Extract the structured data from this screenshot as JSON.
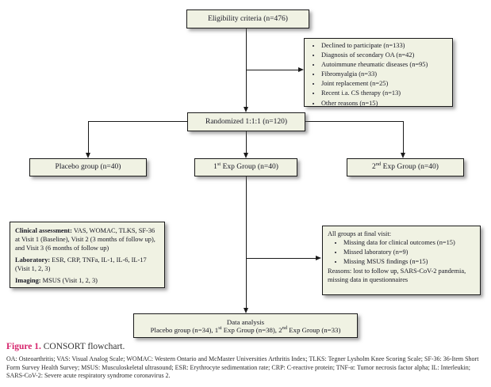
{
  "figure": {
    "caption_label": "Figure 1.",
    "caption_text": "CONSORT flowchart.",
    "footnote": "OA: Osteoarthritis; VAS: Visual Analog Scale; WOMAC: Western Ontario and McMaster Universities Arthritis Index; TLKS: Tegner Lysholm Knee Scoring Scale; SF-36: 36-Item Short Form Survey Health Survey; MSUS: Musculoskeletal ultrasound; ESR: Erythrocyte sedimentation rate; CRP: C-reactive protein; TNF-α: Tumor necrosis factor alpha; IL: Interleukin; SARS-CoV-2: Severe acute respiratory syndrome coronavirus 2."
  },
  "flowchart": {
    "eligibility_box": {
      "label": "Eligibility criteria (n=476)"
    },
    "exclusion_box": {
      "items": [
        "Declined to participate (n=133)",
        "Diagnosis of secondary OA (n=42)",
        "Autoimmune rheumatic diseases (n=95)",
        "Fibromyalgia (n=33)",
        "Joint replacement (n=25)",
        "Recent i.a. CS therapy (n=13)",
        "Other reasons (n=15)"
      ]
    },
    "randomized_box": {
      "label": "Randomized 1:1:1 (n=120)"
    },
    "placebo_box": {
      "label": "Placebo group (n=40)"
    },
    "exp1_box": {
      "num": "1",
      "sup": "st",
      "rest": " Exp Group (n=40)"
    },
    "exp2_box": {
      "num": "2",
      "sup": "nd",
      "rest": " Exp Group (n=40)"
    },
    "assessment_box": {
      "sections": [
        {
          "label": "Clinical assessment:",
          "text": " VAS, WOMAC, TLKS, SF-36 at Visit 1 (Baseline), Visit 2 (3 months of follow up), and Visit 3 (6 months of follow up)"
        },
        {
          "label": "Laboratory:",
          "text": " ESR, CRP, TNFa, IL-1, IL-6, IL-17 (Visit 1, 2, 3)"
        },
        {
          "label": "Imaging:",
          "text": " MSUS (Visit 1, 2, 3)"
        }
      ]
    },
    "final_visit_box": {
      "title": "All groups at final visit:",
      "items": [
        "Missing data for clinical outcomes (n=15)",
        "Missed laboratory (n=9)",
        "Missing MSUS findings (n=15)"
      ],
      "footer": "Reasons: lost to follow up, SARS-CoV-2 pandemia, missing data in questionnaires"
    },
    "analysis_box": {
      "title": "Data analysis",
      "line_parts": [
        "Placebo group (n=34), 1",
        "st",
        " Exp Group (n=38), 2",
        "nd",
        " Exp Group (n=33)"
      ]
    }
  },
  "colors": {
    "box_fill": "#f0f2e3",
    "box_border": "#1b1b1b",
    "caption_accent": "#d6246c",
    "text": "#181824"
  }
}
